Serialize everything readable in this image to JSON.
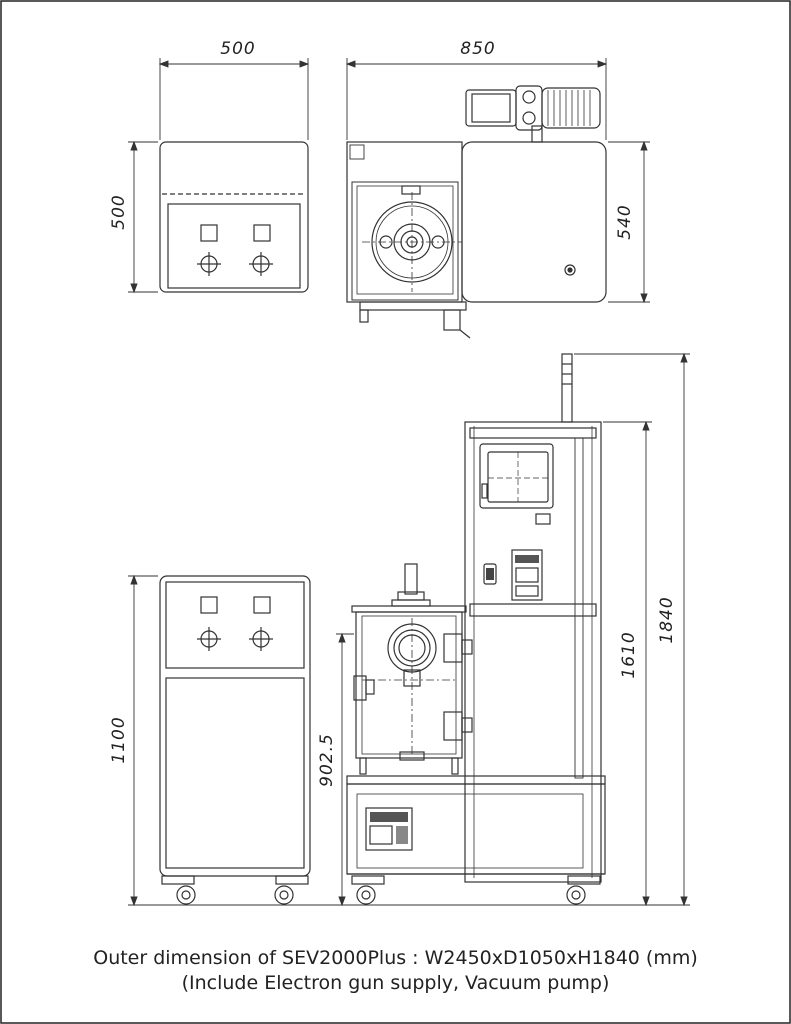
{
  "dimensions": {
    "cabinet_top_width": "500",
    "cabinet_top_depth": "500",
    "main_top_width": "850",
    "main_top_depth": "540",
    "cabinet_front_height": "1100",
    "chamber_height": "902.5",
    "frame_height": "1610",
    "total_height": "1840"
  },
  "caption": {
    "line1": "Outer dimension of SEV2000Plus : W2450xD1050xH1840 (mm)",
    "line2": "(Include Electron gun supply, Vacuum pump)"
  }
}
